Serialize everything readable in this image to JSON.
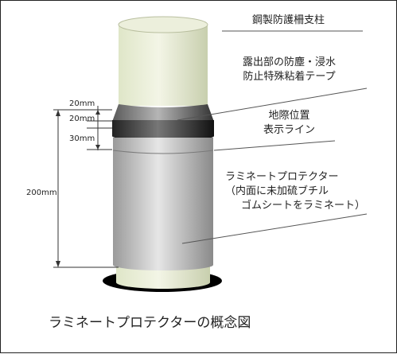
{
  "diagram": {
    "post_label": "鋼製防護柵支柱",
    "tape_label_lines": [
      "露出部の防塵・浸水",
      "防止特殊粘着テープ"
    ],
    "ground_label_lines": [
      "地際位置",
      "表示ライン"
    ],
    "protector_label_lines": [
      "ラミネートプロテクター",
      "（内面に未加硫ブチル",
      "ゴムシートをラミネート）"
    ],
    "dimensions": {
      "tape_top": "20mm",
      "tape_bottom": "20mm",
      "upper_protector": "30mm",
      "total": "200mm"
    },
    "caption": "ラミネートプロテクターの概念図"
  }
}
